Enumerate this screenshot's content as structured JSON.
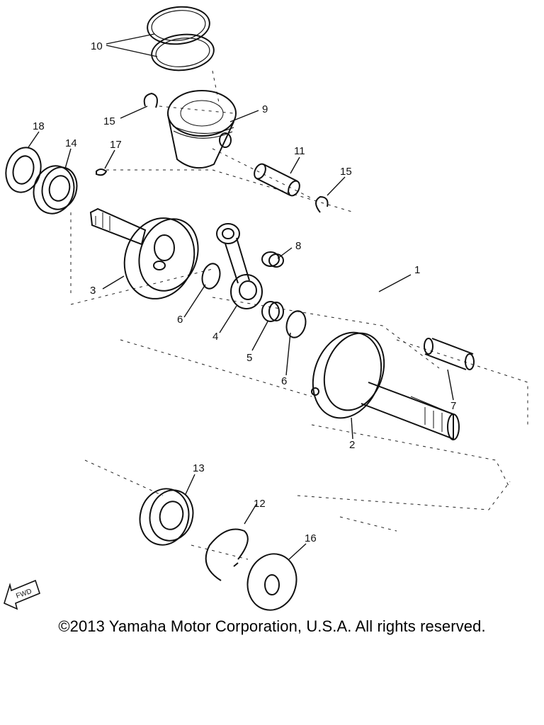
{
  "labels": {
    "p1": "1",
    "p2": "2",
    "p3": "3",
    "p4": "4",
    "p5": "5",
    "p6a": "6",
    "p6b": "6",
    "p7": "7",
    "p8": "8",
    "p9": "9",
    "p10": "10",
    "p11": "11",
    "p12": "12",
    "p13": "13",
    "p14": "14",
    "p15a": "15",
    "p15b": "15",
    "p16": "16",
    "p17": "17",
    "p18": "18"
  },
  "fwd_label": "FWD",
  "copyright": "©2013 Yamaha Motor Corporation, U.S.A. All rights reserved."
}
